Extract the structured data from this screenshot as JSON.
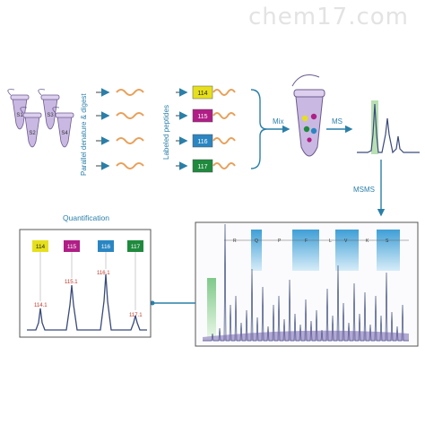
{
  "watermark": "chem17.com",
  "samples": [
    "S1",
    "S2",
    "S3",
    "S4"
  ],
  "step_labels": {
    "denature": "Parallel denature & digest",
    "labeled": "Labeled peptides",
    "mix": "Mix",
    "ms": "MS",
    "msms": "MSMS",
    "quantification": "Quantification"
  },
  "tags": [
    {
      "label": "114",
      "color": "#e6e01c"
    },
    {
      "label": "115",
      "color": "#b11e86"
    },
    {
      "label": "116",
      "color": "#2a86c2"
    },
    {
      "label": "117",
      "color": "#1f8a3e"
    }
  ],
  "quant_peaks": [
    "114.1",
    "115.1",
    "116.1",
    "117.1"
  ],
  "msms_sequence": [
    "R",
    "Q",
    "P",
    "F",
    "L",
    "V",
    "K",
    "S"
  ],
  "colors": {
    "arrow": "#2a7fa8",
    "tube": "#b9a6d6",
    "peptide": "#e8a05a",
    "spectrum": "#3a4a7a",
    "highlight_green": "#a8d8a0",
    "highlight_blue": "#5fb2dd"
  }
}
